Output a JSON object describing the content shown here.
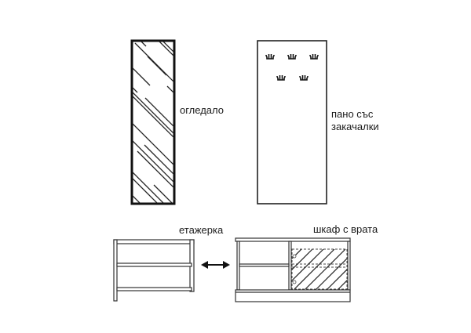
{
  "diagram": {
    "background": "#ffffff",
    "stroke_color": "#1a1a1a",
    "items": [
      {
        "id": "mirror",
        "label": "огледало",
        "type": "mirror-panel",
        "hatched": true
      },
      {
        "id": "hook-panel",
        "label_line1": "пано със",
        "label_line2": "закачалки",
        "type": "wall-panel",
        "hooks_row1": 3,
        "hooks_row2": 2
      },
      {
        "id": "shelf-unit",
        "label": "етажерка",
        "type": "open-shelf",
        "shelves": 3
      },
      {
        "id": "cabinet",
        "label": "шкаф с врата",
        "type": "cabinet-with-door",
        "hatched_door": true
      }
    ],
    "connector": {
      "type": "double-arrow",
      "between": [
        "shelf-unit",
        "cabinet"
      ],
      "meaning": "interchangeable"
    }
  }
}
